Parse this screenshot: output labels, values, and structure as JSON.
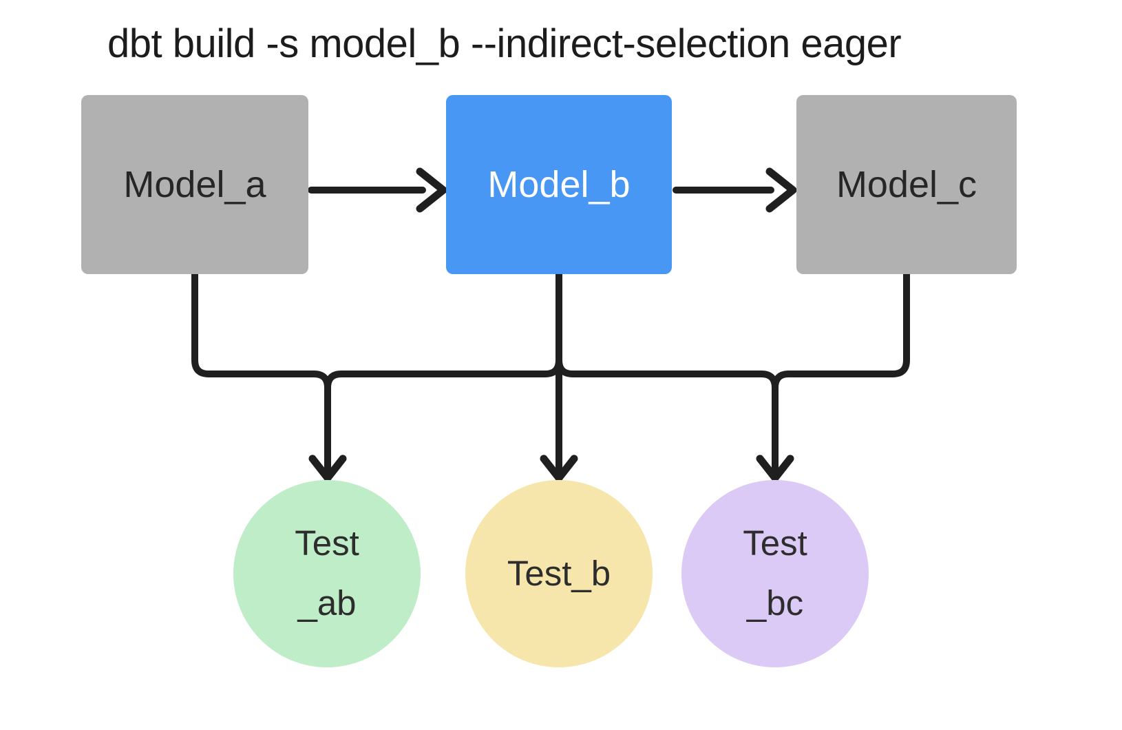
{
  "title": "dbt build -s model_b --indirect-selection eager",
  "nodes": {
    "model_a": {
      "label": "Model_a",
      "kind": "model",
      "fill": "#b1b1b1",
      "text_color": "#262626",
      "selected": false
    },
    "model_b": {
      "label": "Model_b",
      "kind": "model",
      "fill": "#4997f5",
      "text_color": "#ffffff",
      "selected": true
    },
    "model_c": {
      "label": "Model_c",
      "kind": "model",
      "fill": "#b1b1b1",
      "text_color": "#262626",
      "selected": false
    },
    "test_ab": {
      "line1": "Test",
      "line2": "_ab",
      "kind": "test",
      "fill": "#bfedc8",
      "text_color": "#2d2d2d"
    },
    "test_b": {
      "line1": "Test_b",
      "kind": "test",
      "fill": "#f6e6ab",
      "text_color": "#2d2d2d"
    },
    "test_bc": {
      "line1": "Test",
      "line2": "_bc",
      "kind": "test",
      "fill": "#dccaf6",
      "text_color": "#2d2d2d"
    }
  },
  "edges": [
    {
      "from": "model_a",
      "to": "model_b"
    },
    {
      "from": "model_b",
      "to": "model_c"
    },
    {
      "from": "model_a",
      "to": "test_ab"
    },
    {
      "from": "model_b",
      "to": "test_ab"
    },
    {
      "from": "model_b",
      "to": "test_b"
    },
    {
      "from": "model_b",
      "to": "test_bc"
    },
    {
      "from": "model_c",
      "to": "test_bc"
    }
  ],
  "colors": {
    "background": "#ffffff",
    "edge": "#1f1f1f",
    "selected_model": "#4997f5",
    "unselected_model": "#b1b1b1"
  }
}
